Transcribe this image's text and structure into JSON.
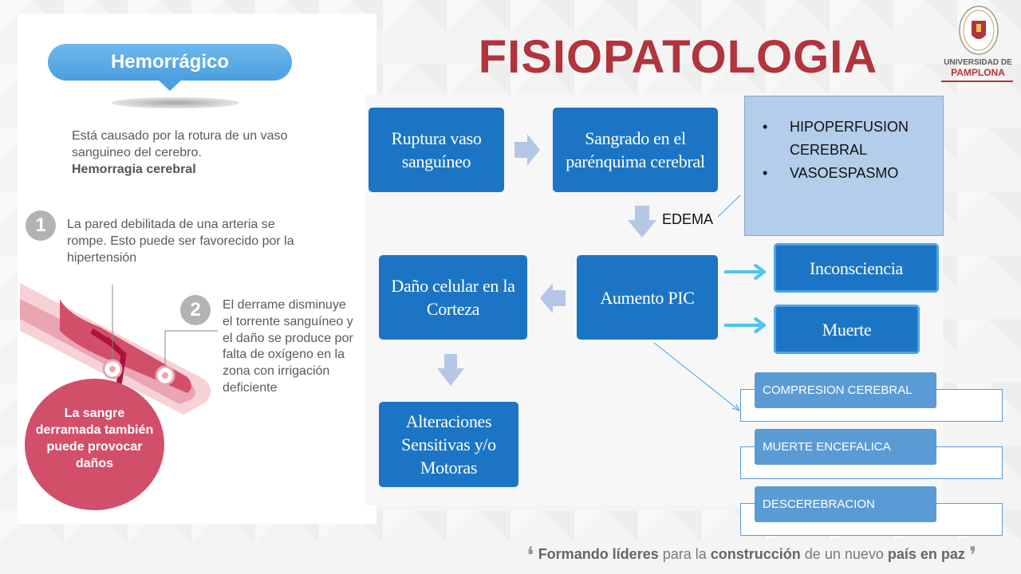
{
  "slide": {
    "title": "FISIOPATOLOGIA",
    "logo": {
      "top_text": "UNIVERSIDAD DE",
      "bottom_text": "PAMPLONA",
      "accent": "#b2343c"
    },
    "footer": {
      "p1": "Formando líderes",
      "p2": " para la ",
      "p3": "construcción",
      "p4": " de un nuevo ",
      "p5": "país en paz"
    }
  },
  "infographic": {
    "heading": "Hemorrágico",
    "intro": "Está causado por la rotura de un vaso sanguineo del cerebro.",
    "intro_strong": "Hemorragia cerebral",
    "step1": {
      "number": "1",
      "text": "La pared debilitada de una arteria se rompe. Esto puede ser favorecido por la hipertensión"
    },
    "step2": {
      "number": "2",
      "text": "El derrame disminuye el torrente sanguíneo y el daño se produce por falta de oxígeno en la zona con irrigación deficiente"
    },
    "blood_text": "La sangre derramada también puede provocar daños"
  },
  "diagram": {
    "nodes": {
      "ruptura": "Ruptura vaso sanguíneo",
      "sangrado": "Sangrado en el parénquima cerebral",
      "aumento": "Aumento PIC",
      "dano": "Daño celular en la Corteza",
      "alteraciones": "Alteraciones Sensitivas y/o Motoras",
      "inconsciencia": "Inconsciencia",
      "muerte": "Muerte"
    },
    "edema_label": "EDEMA",
    "info_list": [
      "HIPOPERFUSION CEREBRAL",
      "VASOESPASMO"
    ],
    "complications": [
      "COMPRESION CEREBRAL",
      "MUERTE ENCEFALICA",
      "DESCEREBRACION"
    ],
    "colors": {
      "node": "#1b75c4",
      "arrow": "#b4c7e7",
      "bar": "#5b9bd5",
      "info_box": "#b3cdea",
      "connector": "#4aa3e6"
    }
  }
}
